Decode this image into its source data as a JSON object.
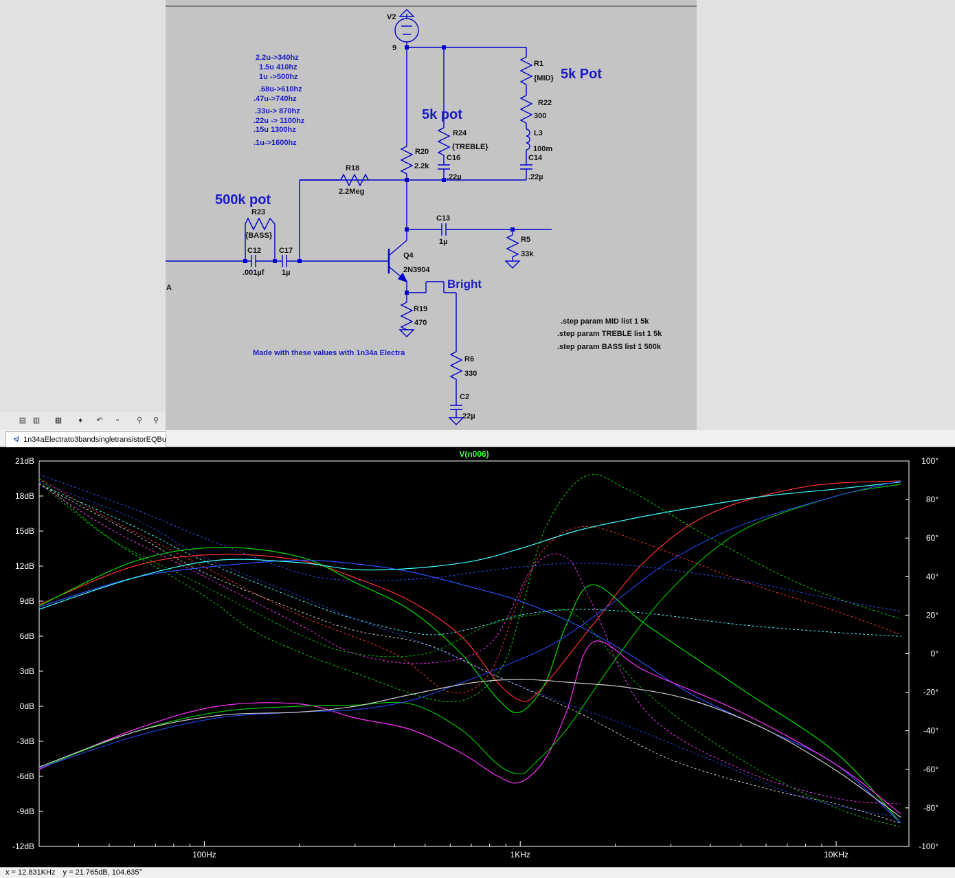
{
  "schematic": {
    "notes": [
      {
        "id": "n1",
        "text": "2.2u->340hz"
      },
      {
        "id": "n2",
        "text": "1.5u 410hz"
      },
      {
        "id": "n3",
        "text": "1u ->500hz"
      },
      {
        "id": "n4",
        "text": ".68u->610hz"
      },
      {
        "id": "n5",
        "text": ".47u->740hz"
      },
      {
        "id": "n6",
        "text": ".33u-> 870hz"
      },
      {
        "id": "n7",
        "text": ".22u -> 1100hz"
      },
      {
        "id": "n8",
        "text": ".15u 1300hz"
      },
      {
        "id": "n9",
        "text": ".1u->1600hz"
      }
    ],
    "titles": {
      "pot500k": "500k pot",
      "pot5k": "5k pot",
      "pot5kmid": "5k Pot",
      "bright": "Bright",
      "made": "Made with these values with 1n34a Electra",
      "node_a": "A"
    },
    "components": {
      "V2": "V2",
      "V2_val": "9",
      "R1": "R1",
      "R1_val": "{MID}",
      "R22": "R22",
      "R22_val": "300",
      "L3": "L3",
      "L3_val": "100m",
      "C14": "C14",
      "C14_val": ".22µ",
      "R24": "R24",
      "R24_val": "{TREBLE}",
      "C16": "C16",
      "C16_val": ".22µ",
      "R20": "R20",
      "R20_val": "2.2k",
      "R18": "R18",
      "R18_val": "2.2Meg",
      "R23": "R23",
      "R23_val": "{BASS}",
      "C12": "C12",
      "C12_val": ".001µf",
      "C17": "C17",
      "C17_val": "1µ",
      "C13": "C13",
      "C13_val": "1µ",
      "R5": "R5",
      "R5_val": "33k",
      "Q4": "Q4",
      "Q4_val": "2N3904",
      "R19": "R19",
      "R19_val": "470",
      "R6": "R6",
      "R6_val": "330",
      "C2": "C2",
      "C2_val": "22µ"
    },
    "directives": [
      ".step param MID list 1 5k",
      ".step param TREBLE list 1 5k",
      ".step param BASS list 1 500k"
    ]
  },
  "window": {
    "tab_title": "1n34aElectrato3bandsingletransistorEQBui"
  },
  "plot": {
    "trace_title": "V(n006)",
    "y_left_ticks": [
      "21dB",
      "18dB",
      "15dB",
      "12dB",
      "9dB",
      "6dB",
      "3dB",
      "0dB",
      "-3dB",
      "-6dB",
      "-9dB",
      "-12dB"
    ],
    "y_right_ticks": [
      "100°",
      "80°",
      "60°",
      "40°",
      "20°",
      "0°",
      "-20°",
      "-40°",
      "-60°",
      "-80°",
      "-100°"
    ],
    "x_ticks": [
      "100Hz",
      "1KHz",
      "10KHz"
    ]
  },
  "status": {
    "cursor_x": "x = 12.831KHz",
    "cursor_y": "y = 21.765dB, 104.635°"
  },
  "chart_data": {
    "type": "line",
    "title": "V(n006)",
    "x_scale": "log",
    "xlim": [
      30,
      17000
    ],
    "ylim_left": [
      -12,
      21
    ],
    "ylim_right": [
      -100,
      100
    ],
    "grid": false,
    "colors": {
      "bg": "#000000",
      "axis": "#ffffff"
    },
    "series": [
      {
        "color": "#ff3030",
        "magnitude": [
          [
            30,
            8.7
          ],
          [
            60,
            12
          ],
          [
            110,
            13
          ],
          [
            200,
            12.5
          ],
          [
            300,
            11
          ],
          [
            450,
            9
          ],
          [
            650,
            6
          ],
          [
            850,
            2
          ],
          [
            1000,
            0.5
          ],
          [
            1100,
            0.8
          ],
          [
            1300,
            3
          ],
          [
            1700,
            7
          ],
          [
            2500,
            12.5
          ],
          [
            4000,
            16.5
          ],
          [
            8000,
            18.8
          ],
          [
            16000,
            19.3
          ]
        ],
        "phase": [
          [
            30,
            91
          ],
          [
            50,
            70
          ],
          [
            100,
            45
          ],
          [
            200,
            20
          ],
          [
            400,
            0
          ],
          [
            600,
            -20
          ],
          [
            800,
            -10
          ],
          [
            1000,
            30
          ],
          [
            1200,
            55
          ],
          [
            1600,
            66
          ],
          [
            2500,
            57
          ],
          [
            5000,
            38
          ],
          [
            10000,
            22
          ],
          [
            16000,
            10
          ]
        ]
      },
      {
        "color": "#00e000",
        "magnitude": [
          [
            30,
            8.6
          ],
          [
            60,
            12.4
          ],
          [
            110,
            13.6
          ],
          [
            200,
            12.8
          ],
          [
            300,
            10.6
          ],
          [
            450,
            8.2
          ],
          [
            650,
            4.5
          ],
          [
            850,
            0.6
          ],
          [
            1000,
            -0.5
          ],
          [
            1200,
            2
          ],
          [
            1400,
            7
          ],
          [
            1700,
            10.4
          ],
          [
            2500,
            7
          ],
          [
            5000,
            1.5
          ],
          [
            10000,
            -4
          ],
          [
            16000,
            -10
          ]
        ],
        "phase": [
          [
            30,
            91
          ],
          [
            50,
            60
          ],
          [
            100,
            30
          ],
          [
            150,
            10
          ],
          [
            300,
            -10
          ],
          [
            600,
            -25
          ],
          [
            850,
            -10
          ],
          [
            1000,
            20
          ],
          [
            1200,
            65
          ],
          [
            1600,
            92
          ],
          [
            2200,
            85
          ],
          [
            4000,
            60
          ],
          [
            8000,
            35
          ],
          [
            16000,
            18
          ]
        ]
      },
      {
        "color": "#3050ff",
        "magnitude": [
          [
            30,
            8.5
          ],
          [
            60,
            11
          ],
          [
            110,
            12
          ],
          [
            200,
            12.5
          ],
          [
            300,
            12.2
          ],
          [
            450,
            11.5
          ],
          [
            700,
            10.2
          ],
          [
            1000,
            9
          ],
          [
            1500,
            7
          ],
          [
            2200,
            4.5
          ],
          [
            3500,
            1
          ],
          [
            6000,
            -2
          ],
          [
            10000,
            -5
          ],
          [
            16000,
            -10
          ]
        ],
        "phase": [
          [
            30,
            93
          ],
          [
            60,
            75
          ],
          [
            100,
            60
          ],
          [
            200,
            42
          ],
          [
            300,
            38
          ],
          [
            500,
            39
          ],
          [
            700,
            42
          ],
          [
            1000,
            45
          ],
          [
            1500,
            47
          ],
          [
            2500,
            45
          ],
          [
            5000,
            38
          ],
          [
            10000,
            28
          ],
          [
            16000,
            22
          ]
        ]
      },
      {
        "color": "#40ffff",
        "magnitude": [
          [
            30,
            8.3
          ],
          [
            60,
            11
          ],
          [
            110,
            12.5
          ],
          [
            200,
            12.3
          ],
          [
            300,
            11.7
          ],
          [
            450,
            11.8
          ],
          [
            700,
            12.4
          ],
          [
            1000,
            13.5
          ],
          [
            1500,
            15
          ],
          [
            2200,
            16
          ],
          [
            3500,
            17
          ],
          [
            6000,
            18
          ],
          [
            10000,
            18.6
          ],
          [
            16000,
            19.2
          ]
        ],
        "phase": [
          [
            30,
            88
          ],
          [
            60,
            66
          ],
          [
            100,
            48
          ],
          [
            200,
            28
          ],
          [
            300,
            18
          ],
          [
            500,
            10
          ],
          [
            700,
            13
          ],
          [
            1000,
            20
          ],
          [
            1500,
            23
          ],
          [
            2500,
            21
          ],
          [
            5000,
            15
          ],
          [
            10000,
            11
          ],
          [
            16000,
            9
          ]
        ]
      },
      {
        "color": "#ff30ff",
        "magnitude": [
          [
            30,
            -5.4
          ],
          [
            60,
            -2
          ],
          [
            110,
            0
          ],
          [
            200,
            0.2
          ],
          [
            300,
            -1
          ],
          [
            450,
            -2
          ],
          [
            650,
            -4
          ],
          [
            850,
            -6
          ],
          [
            1000,
            -6.5
          ],
          [
            1200,
            -4.5
          ],
          [
            1400,
            -0.5
          ],
          [
            1700,
            5.5
          ],
          [
            2500,
            3
          ],
          [
            5000,
            -0.5
          ],
          [
            10000,
            -5
          ],
          [
            16000,
            -9.2
          ]
        ],
        "phase": [
          [
            30,
            88
          ],
          [
            50,
            65
          ],
          [
            100,
            40
          ],
          [
            200,
            15
          ],
          [
            300,
            0
          ],
          [
            500,
            -5
          ],
          [
            800,
            5
          ],
          [
            1100,
            45
          ],
          [
            1400,
            50
          ],
          [
            1700,
            25
          ],
          [
            2500,
            -30
          ],
          [
            5000,
            -60
          ],
          [
            10000,
            -75
          ],
          [
            16000,
            -78
          ]
        ]
      },
      {
        "color": "#00c000",
        "magnitude": [
          [
            30,
            -5.3
          ],
          [
            60,
            -2.2
          ],
          [
            110,
            -0.5
          ],
          [
            200,
            0
          ],
          [
            300,
            0.1
          ],
          [
            450,
            0.2
          ],
          [
            650,
            -2
          ],
          [
            850,
            -5
          ],
          [
            1000,
            -5.8
          ],
          [
            1100,
            -5
          ],
          [
            1400,
            -2
          ],
          [
            2000,
            4
          ],
          [
            3000,
            10
          ],
          [
            5000,
            15
          ],
          [
            10000,
            18
          ],
          [
            16000,
            19
          ]
        ],
        "phase": [
          [
            30,
            89
          ],
          [
            50,
            60
          ],
          [
            100,
            35
          ],
          [
            200,
            10
          ],
          [
            300,
            0
          ],
          [
            500,
            0
          ],
          [
            800,
            15
          ],
          [
            1100,
            20
          ],
          [
            1500,
            20
          ],
          [
            2500,
            -20
          ],
          [
            5000,
            -55
          ],
          [
            10000,
            -80
          ],
          [
            16000,
            -90
          ]
        ]
      },
      {
        "color": "#2040e0",
        "magnitude": [
          [
            30,
            -5.3
          ],
          [
            60,
            -2.6
          ],
          [
            110,
            -1
          ],
          [
            200,
            -0.5
          ],
          [
            300,
            -0.3
          ],
          [
            450,
            0.5
          ],
          [
            650,
            2
          ],
          [
            900,
            3.5
          ],
          [
            1300,
            5.5
          ],
          [
            2000,
            9
          ],
          [
            3000,
            12.5
          ],
          [
            5000,
            15.5
          ],
          [
            10000,
            18
          ],
          [
            16000,
            19.3
          ]
        ],
        "phase": [
          [
            30,
            89
          ],
          [
            60,
            70
          ],
          [
            100,
            50
          ],
          [
            200,
            30
          ],
          [
            300,
            18
          ],
          [
            500,
            5
          ],
          [
            800,
            -10
          ],
          [
            1200,
            -22
          ],
          [
            2000,
            -35
          ],
          [
            4000,
            -55
          ],
          [
            8000,
            -75
          ],
          [
            16000,
            -85
          ]
        ]
      },
      {
        "color": "#cccccc",
        "magnitude": [
          [
            30,
            -5.2
          ],
          [
            60,
            -2.2
          ],
          [
            110,
            -0.8
          ],
          [
            200,
            -0.5
          ],
          [
            300,
            0
          ],
          [
            450,
            1
          ],
          [
            700,
            2
          ],
          [
            1000,
            2.3
          ],
          [
            1500,
            2
          ],
          [
            2200,
            1.6
          ],
          [
            3500,
            0.5
          ],
          [
            6000,
            -2
          ],
          [
            10000,
            -5.5
          ],
          [
            16000,
            -9.5
          ]
        ],
        "phase": [
          [
            30,
            88
          ],
          [
            60,
            62
          ],
          [
            100,
            42
          ],
          [
            200,
            22
          ],
          [
            300,
            12
          ],
          [
            500,
            5
          ],
          [
            800,
            -10
          ],
          [
            1500,
            -30
          ],
          [
            3000,
            -55
          ],
          [
            6000,
            -70
          ],
          [
            10000,
            -78
          ],
          [
            16000,
            -88
          ]
        ]
      }
    ]
  }
}
